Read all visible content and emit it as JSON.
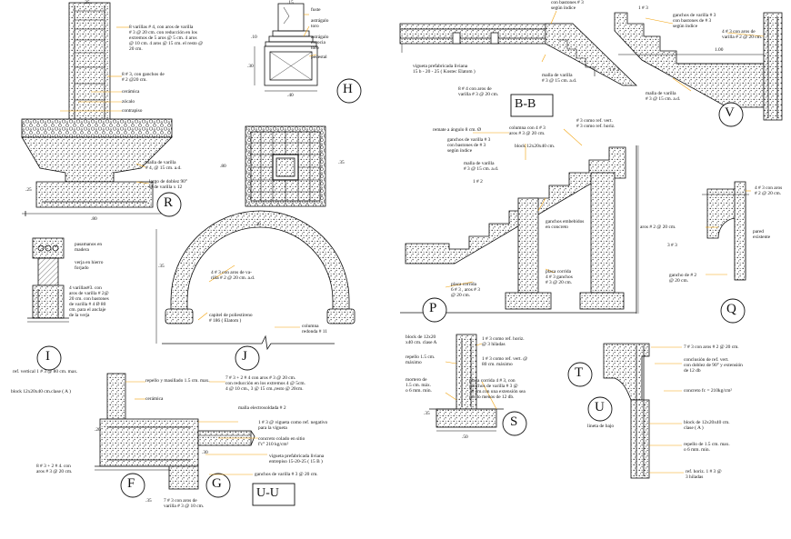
{
  "sheet": {
    "background": "#ffffff",
    "leader_color": "#f2a20c",
    "line_color": "#111111"
  },
  "titles": {
    "R": "R",
    "H": "H",
    "I": "I",
    "J": "J",
    "F": "F",
    "G": "G",
    "UU": "U-U",
    "BB": "B-B",
    "P": "P",
    "S": "S",
    "T": "T",
    "U": "U",
    "V": "V",
    "Q": "Q"
  },
  "notes": {
    "r_bars": "8 varillas # 4, con aros de varilla\n# 3 @ 20 cm. con reducción en los\nextremos de 5 aros @ 5 cm. 4 aros\n@ 10 cm. 4 aros @ 15 cm. el resto @\n20 cm.",
    "r_hooks": "8 # 3, con ganchos de\n# 2 @20 cm.",
    "r_ceramica": "cerámica",
    "r_zocalo": "zócalo",
    "r_contrapiso": "contrapiso",
    "r_malla": "malla de varilla\n# 4, @ 15 cm. a.d.",
    "r_largo": "largo de doblez 90°\nØ de varilla x 12",
    "h_fuste": "fuste",
    "h_astragalo": "astrágalo\ntoro",
    "h_astragalo2": "astrágalo\nescocia\ntoro",
    "h_pedestal": "pedestal",
    "i_pasamanos": "pasamanos en\nmadera",
    "i_verja": "verja en hierro\nforjado",
    "i_varillas": "4 varillas#3. con\naros de varilla # 2@\n20 cm. con bastones\nde varilla # 4 Ø 80\ncm. para el anclaje\nde la verja",
    "j_bars": "4 # 3 con aros de va-\nrilla # 2 @ 20 cm. a.d.",
    "j_capitel": "capitel de poliestireno\n# 186 ( Elatom )",
    "j_columna": "columna\nredonda # 11",
    "uu_ref": "ref. vertical 1 # 3 @ 80 cm. max.",
    "uu_block": "block 12x20x40 cm.clase ( A )",
    "uu_repello": "repello y masillado 1.5 cm. max.",
    "uu_ceramica": "cerámica",
    "uu_bars": "7 # 3 + 2 # 4 con aros # 3 @ 20 cm.\ncon reducción en los extremos 4 @ 5cm.\n4 @ 10 cm., 3 @ 15 cm.,resto @ 20cm.",
    "uu_malla": "malla electrosoldada # 2",
    "uu_vigueta": "1 # 3 @ vigueta como ref. negativo\npara la vigueta",
    "uu_concreto": "concreto colado en sitio\nf'c° 210 kg/cm²",
    "uu_prefab": "vigueta prefabricada liviana\nentrepiso 15-20-25 ( 15 B )",
    "uu_ganchos": "ganchos de varilla # 3 @ 20 cm.",
    "uu_left": "8 # 3 + 2 # 4. con\naros # 3 @ 20 cm.",
    "uu_bottom": "7 # 3 con aros de\nvarilla # 3 @ 10 cm.",
    "bb_top": "con bastones # 3\nsegún índice",
    "bb_vigueta": "vigueta prefabricada liviana\n15 b - 20 - 25 ( Kostec Elatom )",
    "bb_aros": "8 # 4 con aros de\nvarilla # 3 @ 20 cm.",
    "bb_malla": "malla de varilla\n# 3 @ 15 cm. a.d.",
    "v_ganchos": "ganchos de varilla # 3\ncon bastones de # 3\nsegún índice",
    "v_aros": "4 # 3 con aros de\nvarilla # 2 @ 20 cm.",
    "v_malla": "malla de varilla\n# 3 @ 15 cm. a.d.",
    "v_1n3": "1 # 3",
    "v_1n2": "1 # 2",
    "p_remate": "remate a ángulo 8 cm. Ø",
    "p_ganchos": "ganchos de varilla # 3\ncon bastones de # 3\nsegún índice",
    "p_columna": "columna con 4 # 3\naros # 3 @ 20 cm.",
    "p_block": "block 12x20x40 cm.",
    "p_3mas": "# 3 como ref. vert.\n# 3 como ref. horiz.",
    "p_malla": "malla de varilla\n# 3 @ 15 cm. a.d.",
    "p_1n2": "1 # 2",
    "p_ganchos2": "ganchos embebidos\nen concreto",
    "p_placa": "placa corrida\n4 # 3 ganchos\n# 3 @ 20 cm.",
    "p_placa2": "placa corrida\n6 # 3 , aros # 3\n@ 20 cm.",
    "q_top": "4 # 3 con aros\n# 2 @ 20 cm.",
    "q_aros": "aros # 2 @ 20 cm.",
    "q_3n3": "3 # 3",
    "q_pared": "pared\nexistente",
    "q_gancho": "gancho de # 2\n@ 20 cm.",
    "s_block": "block de 12x20\nx40 cm. clase A",
    "s_1n3": "1 # 3 como ref. horiz.\n@ 3 hiladas",
    "s_repello": "repello 1.5 cm.\nmáximo",
    "s_ref": "1 # 3 como ref. vert. @\n80 cm. máximo",
    "s_mortero": "mortero de\n1.5 cm. máx.\no 6 mm. min.",
    "s_placa": "placa corrida 4 # 3, con\nganchos de varilla # 3 @\n20 cm.con una extensión sea\npor lo menos de 12 db.",
    "u_top": "7 # 3 con aros # 2 @ 20 cm.",
    "u_conclusion": "conclusión de ref. vert.\ncon doblez de 90° y extensión\nde 12 db",
    "u_concreto": "concreto fc = 210kg/cm²",
    "u_lineta": "lineta de bajo",
    "u_block": "block de 12x20x40 cm.\nclase ( A )",
    "u_repello": "repello de 1.5 cm. max.\no 6 mm. min.",
    "u_ref": "ref. horiz. 1 # 3 @\n3 hiladas"
  },
  "dims": {
    "r_w": ".80",
    "r_top": ".35",
    "r_h": ".25",
    "r_s1": ".80",
    "r_s2": ".35",
    "h_w": ".15",
    "h_w2": ".10",
    "h_w3": ".40",
    "h_h": ".30",
    "j_h": ".35",
    "j_w": ".30",
    "uu_20": ".20",
    "uu_w": ".35",
    "uu_30": ".30",
    "v_100": "1.00",
    "s_50": ".50",
    "s_35": ".35"
  }
}
